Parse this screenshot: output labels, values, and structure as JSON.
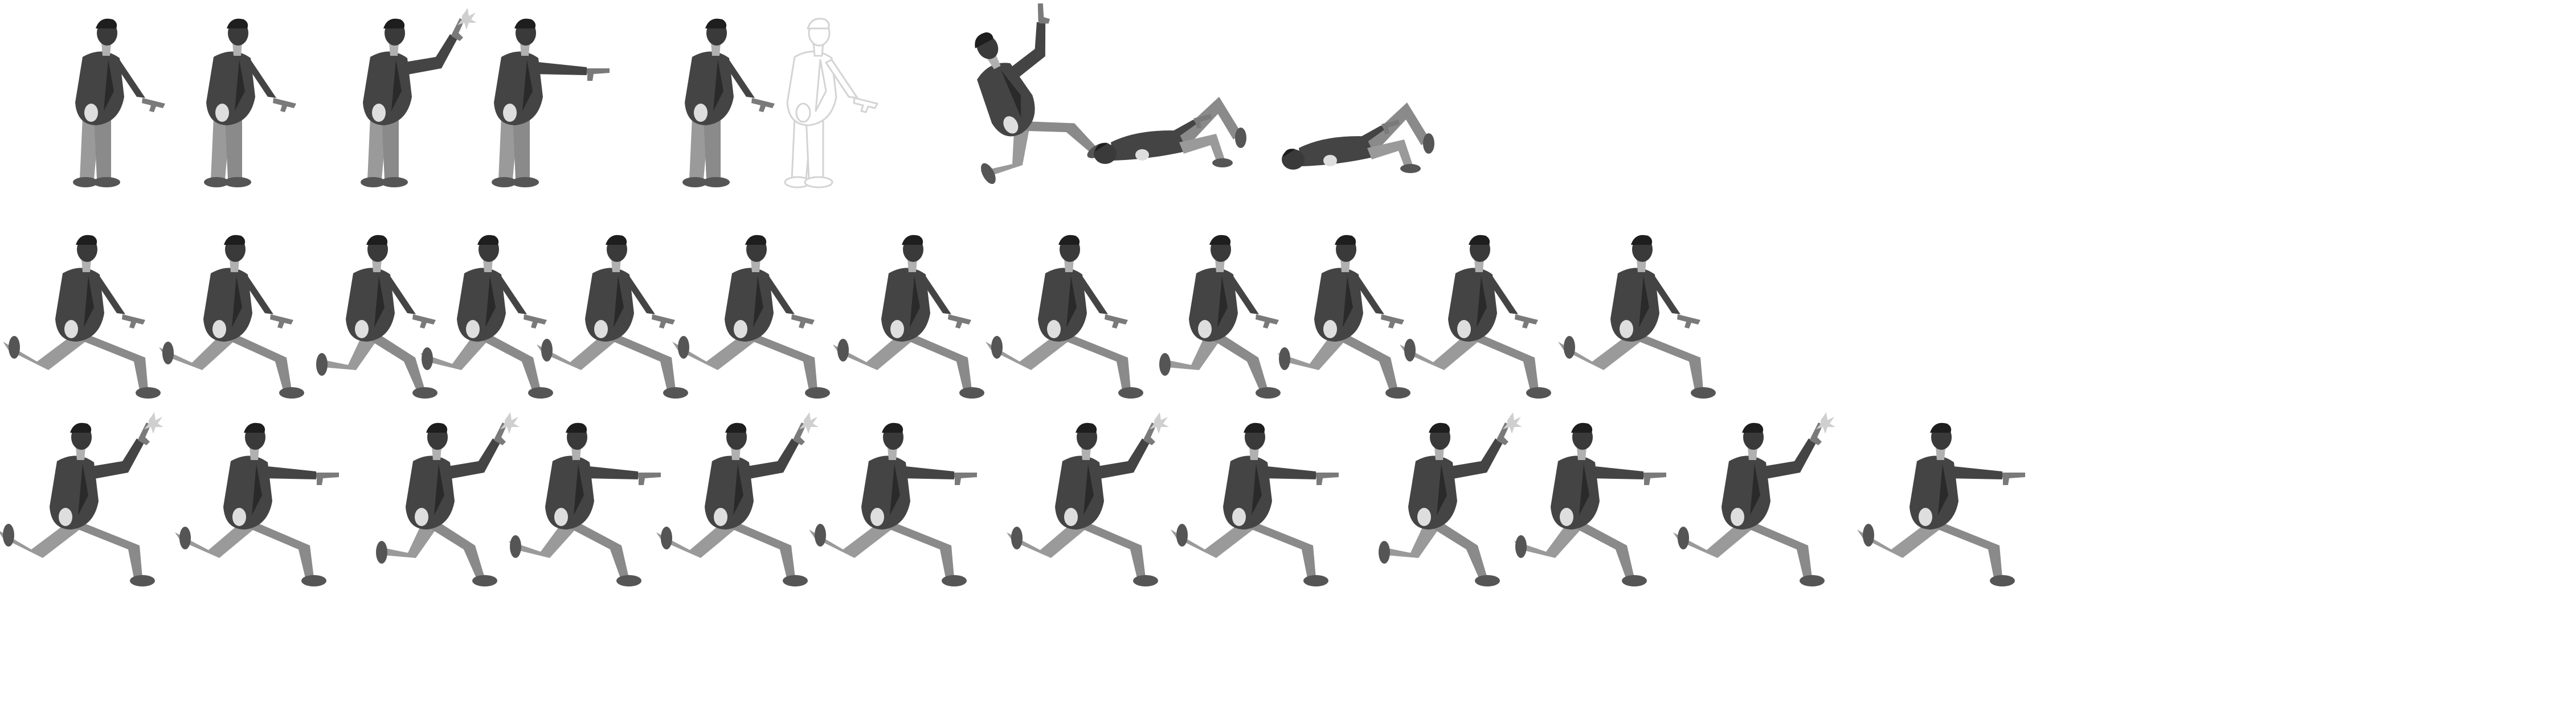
{
  "title": "",
  "palette": {
    "jacket": "#444444",
    "jacket_dark": "#2a2a2a",
    "head": "#3a3a3a",
    "hair": "#1e1e1e",
    "skin": "#b0b0b0",
    "hand": "#dedede",
    "legs": "#8a8a8a",
    "legs_back": "#9a9a9a",
    "shoes": "#555555",
    "gun": "#7a7a7a",
    "flash": "#cfcfcf",
    "ghost": "#d4d4d4"
  },
  "sheet": {
    "rows": [
      {
        "name": "stand-shoot-die",
        "frames": [
          {
            "pose": "stand",
            "arm": "low",
            "flash": false
          },
          {
            "pose": "stand",
            "arm": "low",
            "flash": false
          },
          {
            "pose": "stand",
            "arm": "up",
            "flash": true
          },
          {
            "pose": "stand",
            "arm": "out",
            "flash": false
          },
          {
            "pose": "stand",
            "arm": "low",
            "flash": false
          },
          {
            "pose": "stand",
            "arm": "low",
            "flash": false,
            "ghost": true
          },
          {
            "pose": "fall",
            "arm": "up",
            "flash": false
          },
          {
            "pose": "down1",
            "arm": "up",
            "flash": false
          },
          {
            "pose": "down2",
            "arm": "up",
            "flash": false
          }
        ]
      },
      {
        "name": "run",
        "frames": [
          {
            "pose": "run",
            "stride": 1.0,
            "arm": "low",
            "flash": false
          },
          {
            "pose": "run",
            "stride": 0.8,
            "arm": "low",
            "flash": false
          },
          {
            "pose": "run",
            "stride": 0.4,
            "arm": "low",
            "flash": false
          },
          {
            "pose": "run",
            "stride": 0.6,
            "arm": "low",
            "flash": false
          },
          {
            "pose": "run",
            "stride": 0.9,
            "arm": "low",
            "flash": false
          },
          {
            "pose": "run",
            "stride": 1.0,
            "arm": "low",
            "flash": false
          },
          {
            "pose": "run",
            "stride": 0.9,
            "arm": "low",
            "flash": false
          },
          {
            "pose": "run",
            "stride": 1.0,
            "arm": "low",
            "flash": false
          },
          {
            "pose": "run",
            "stride": 0.4,
            "arm": "low",
            "flash": false
          },
          {
            "pose": "run",
            "stride": 0.6,
            "arm": "low",
            "flash": false
          },
          {
            "pose": "run",
            "stride": 0.9,
            "arm": "low",
            "flash": false
          },
          {
            "pose": "run",
            "stride": 1.0,
            "arm": "low",
            "flash": false
          }
        ]
      },
      {
        "name": "run-shoot",
        "frames": [
          {
            "pose": "run",
            "stride": 1.0,
            "arm": "up",
            "flash": true
          },
          {
            "pose": "run",
            "stride": 0.9,
            "arm": "out",
            "flash": false
          },
          {
            "pose": "run",
            "stride": 0.4,
            "arm": "up",
            "flash": true
          },
          {
            "pose": "run",
            "stride": 0.6,
            "arm": "out",
            "flash": false
          },
          {
            "pose": "run",
            "stride": 0.9,
            "arm": "up",
            "flash": true
          },
          {
            "pose": "run",
            "stride": 1.0,
            "arm": "out",
            "flash": false
          },
          {
            "pose": "run",
            "stride": 0.9,
            "arm": "up",
            "flash": true
          },
          {
            "pose": "run",
            "stride": 1.0,
            "arm": "out",
            "flash": false
          },
          {
            "pose": "run",
            "stride": 0.4,
            "arm": "up",
            "flash": true
          },
          {
            "pose": "run",
            "stride": 0.6,
            "arm": "out",
            "flash": false
          },
          {
            "pose": "run",
            "stride": 0.9,
            "arm": "up",
            "flash": true
          },
          {
            "pose": "run",
            "stride": 1.0,
            "arm": "out",
            "flash": false
          }
        ]
      }
    ]
  }
}
